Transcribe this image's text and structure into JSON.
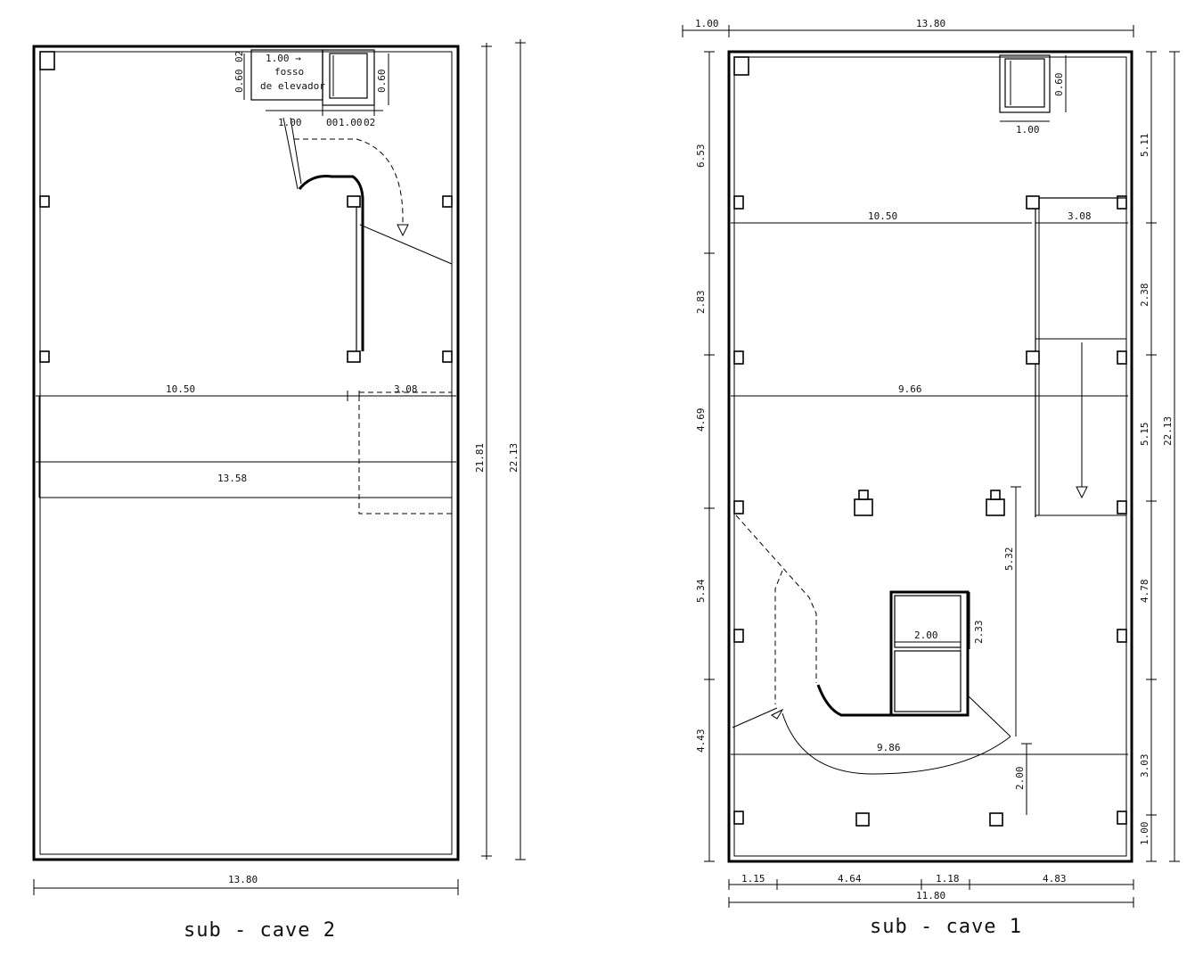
{
  "sub_cave_2": {
    "title": "sub - cave  2",
    "notes": {
      "elevator_dim": "1.00 →",
      "pit_line1": "fosso",
      "pit_line2": "de elevador"
    },
    "dims": {
      "elev_height_a": "0.60",
      "elev_height_b": "0.60",
      "elev_width_a": "1.00",
      "elev_width_b": "1.00",
      "small_a": "00",
      "small_b": "02",
      "small_c": "02",
      "span_left": "10.50",
      "span_right": "3.08",
      "span_mid": "13.58",
      "width_bottom": "13.80",
      "height_inner": "21.81",
      "height_outer": "22.13"
    }
  },
  "sub_cave_1": {
    "title": "sub - cave  1",
    "dims": {
      "top_left": "1.00",
      "top_main": "13.80",
      "elev_height": "0.60",
      "elev_width": "1.00",
      "span_a_left": "10.50",
      "span_a_right": "3.08",
      "span_b": "9.66",
      "span_c": "9.86",
      "core_width": "2.00",
      "core_height": "2.33",
      "depth_532": "5.32",
      "depth_200": "2.00",
      "left_653": "6.53",
      "left_283": "2.83",
      "left_469": "4.69",
      "left_534": "5.34",
      "left_443": "4.43",
      "right_511": "5.11",
      "right_238": "2.38",
      "right_515": "5.15",
      "right_478": "4.78",
      "right_303": "3.03",
      "right_100": "1.00",
      "right_total": "22.13",
      "bottom_115": "1.15",
      "bottom_464": "4.64",
      "bottom_118": "1.18",
      "bottom_483": "4.83",
      "bottom_total": "11.80"
    }
  }
}
